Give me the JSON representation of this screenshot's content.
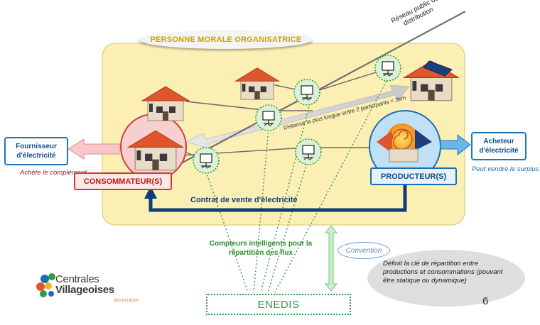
{
  "organisation": {
    "label": "PERSONNE MORALE ORGANISATRICE"
  },
  "reseau": {
    "label": "Réseau public de distribution"
  },
  "distance": {
    "label": "Distance la plus longue entre 2 participants < 2km"
  },
  "fournisseur": {
    "label": "Fournisseur d'électricité",
    "note": "Achète le complément"
  },
  "acheteur": {
    "label": "Acheteur d'électricité",
    "note": "Peut vendre le surplus"
  },
  "consommateur": {
    "label": "CONSOMMATEUR(S)"
  },
  "producteur": {
    "label": "PRODUCTEUR(S)"
  },
  "contrat": {
    "label": "Contrat de vente d'électricité"
  },
  "compteurs": {
    "label": "Compteurs intelligents pour la répartition des flux"
  },
  "enedis": {
    "label": "ENEDIS"
  },
  "convention": {
    "label": "Convention"
  },
  "cle": {
    "text": "Définit la clé de répartition entre productions et consommations (pouvant être statique ou dynamique)"
  },
  "page": {
    "number": "6"
  },
  "logo": {
    "line1": "Centrales",
    "line2": "Villageoises",
    "line3": "Association"
  },
  "colors": {
    "organisation_area": "#fcefb4",
    "consumer_red": "#d03a3a",
    "producer_blue": "#1b6fb0",
    "meter_green": "#2e9b45",
    "contract_navy": "#0f3d7a"
  },
  "icons": [
    "house-icon",
    "solar-house-icon",
    "smart-meter-icon",
    "logo-mark-icon"
  ]
}
